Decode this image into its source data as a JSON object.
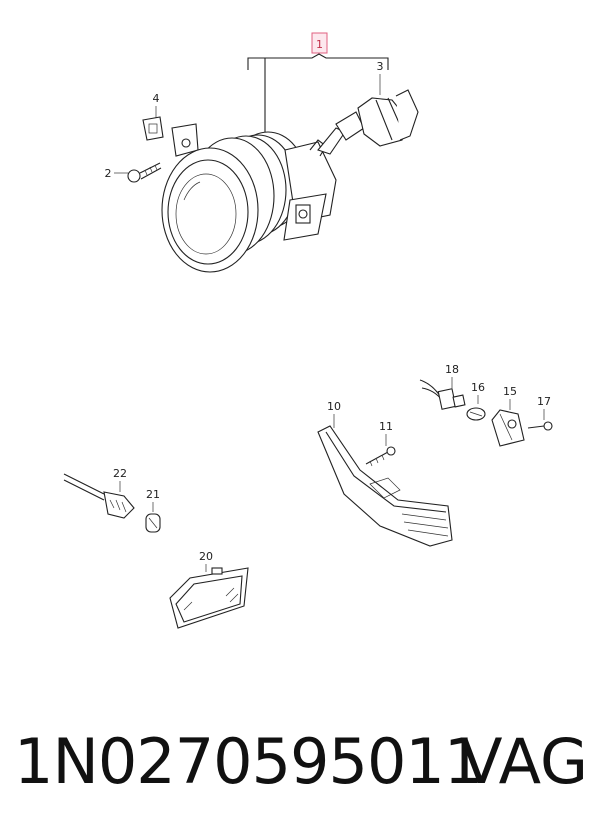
{
  "diagram": {
    "callouts": {
      "c1": "1",
      "c2": "2",
      "c3": "3",
      "c4": "4",
      "c10": "10",
      "c11": "11",
      "c15": "15",
      "c16": "16",
      "c17": "17",
      "c18": "18",
      "c20": "20",
      "c21": "21",
      "c22": "22"
    },
    "highlight_color": "#e06080"
  },
  "footer": {
    "part_number": "1N0270595011",
    "brand": "VAG"
  }
}
